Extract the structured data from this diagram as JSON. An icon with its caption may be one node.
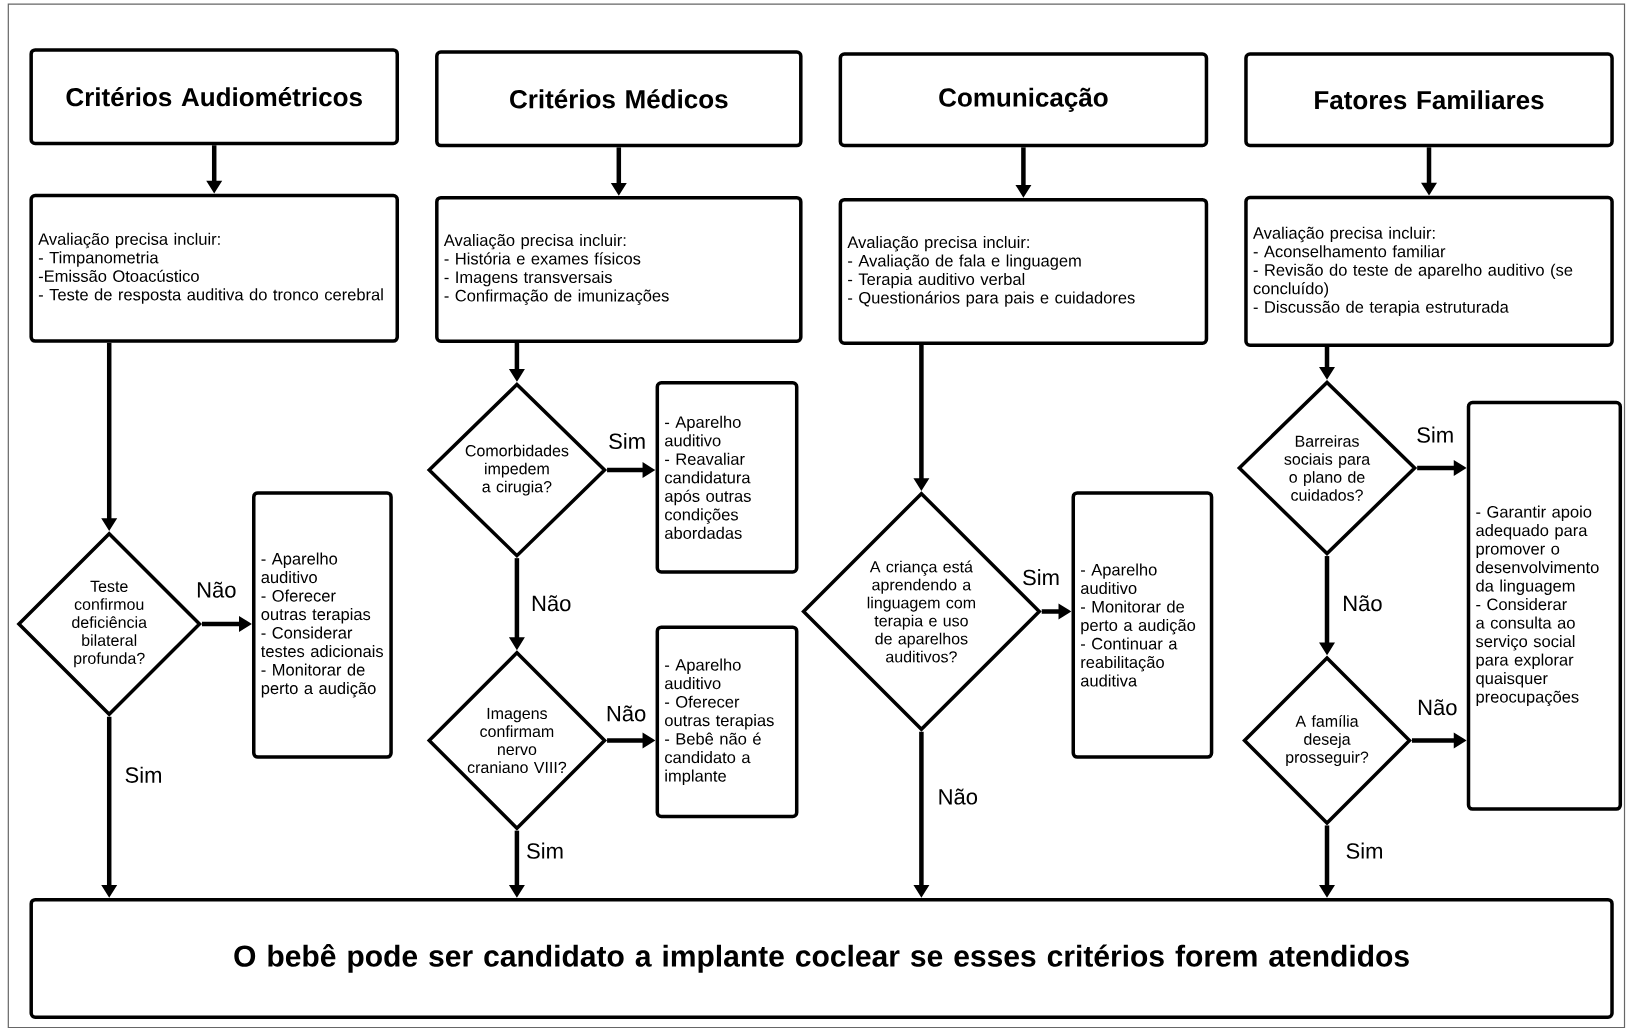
{
  "diagram": {
    "nodes": [
      {
        "text": [
          "Critérios Audiométricos"
        ]
      },
      {
        "text": [
          "Critérios Médicos"
        ]
      },
      {
        "text": [
          "Comunicação"
        ]
      },
      {
        "text": [
          "Fatores Familiares"
        ]
      },
      {
        "text": [
          "Avaliação precisa incluir:",
          "- Timpanometria",
          "-Emissão Otoacústico",
          "- Teste de resposta auditiva do tronco cerebral"
        ]
      },
      {
        "text": [
          "Avaliação precisa incluir:",
          "- História e exames físicos",
          "- Imagens transversais",
          "- Confirmação de imunizações"
        ]
      },
      {
        "text": [
          "Avaliação precisa incluir:",
          "- Avaliação de fala e linguagem",
          "- Terapia auditivo verbal",
          "- Questionários para pais e cuidadores"
        ]
      },
      {
        "text": [
          "Avaliação precisa incluir:",
          "- Aconselhamento familiar",
          "- Revisão do teste de aparelho auditivo (se concluído)",
          "- Discussão de terapia estruturada"
        ]
      },
      {
        "text": [
          "Teste confirmou deficiência bilateral profunda?"
        ]
      },
      {
        "text": [
          "- Aparelho auditivo",
          "- Oferecer outras terapias",
          "- Considerar testes adicionais",
          "- Monitorar de perto a audição"
        ]
      },
      {
        "text": [
          "Comorbidades impedem a cirugia?"
        ]
      },
      {
        "text": [
          "- Aparelho auditivo",
          "- Reavaliar candidatura após outras condições abordadas"
        ]
      },
      {
        "text": [
          "Imagens confirmam nervo craniano VIII?"
        ]
      },
      {
        "text": [
          "- Aparelho auditivo",
          "- Oferecer outras terapias",
          "- Bebê não é candidato a implante"
        ]
      },
      {
        "text": [
          "A criança está aprendendo a linguagem com terapia e uso de aparelhos auditivos?"
        ]
      },
      {
        "text": [
          "- Aparelho auditivo",
          "- Monitorar de perto a audição",
          "- Continuar a reabilitação auditiva"
        ]
      },
      {
        "text": [
          "Barreiras sociais para o plano de cuidados?"
        ]
      },
      {
        "text": [
          "- Garantir apoio adequado para promover o desenvolvimento da linguagem",
          "- Considerar a consulta ao serviço social para explorar quaisquer preocupações"
        ]
      },
      {
        "text": [
          "A família deseja prosseguir?"
        ]
      },
      {
        "text": [
          "O bebê pode ser candidato a implante coclear se esses critérios forem atendidos"
        ]
      }
    ],
    "edges": [
      {
        "from": 0,
        "to": 4,
        "arrow": "to"
      },
      {
        "from": 1,
        "to": 5,
        "arrow": "to"
      },
      {
        "from": 2,
        "to": 6,
        "arrow": "to"
      },
      {
        "from": 3,
        "to": 7,
        "arrow": "to"
      },
      {
        "from": 4,
        "to": 8,
        "arrow": "to"
      },
      {
        "from": 8,
        "to": 9,
        "arrow": "to",
        "label": "Não"
      },
      {
        "from": 8,
        "to": 19,
        "arrow": "to",
        "label": "Sim"
      },
      {
        "from": 5,
        "to": 10,
        "arrow": "to"
      },
      {
        "from": 10,
        "to": 11,
        "arrow": "to",
        "label": "Sim"
      },
      {
        "from": 10,
        "to": 12,
        "arrow": "to",
        "label": "Não"
      },
      {
        "from": 12,
        "to": 13,
        "arrow": "to",
        "label": "Não"
      },
      {
        "from": 12,
        "to": 19,
        "arrow": "to",
        "label": "Sim"
      },
      {
        "from": 6,
        "to": 14,
        "arrow": "to"
      },
      {
        "from": 14,
        "to": 15,
        "arrow": "to",
        "label": "Sim"
      },
      {
        "from": 14,
        "to": 19,
        "arrow": "to",
        "label": "Não"
      },
      {
        "from": 7,
        "to": 16,
        "arrow": "to"
      },
      {
        "from": 16,
        "to": 17,
        "arrow": "to",
        "label": "Sim"
      },
      {
        "from": 16,
        "to": 18,
        "arrow": "to",
        "label": "Não"
      },
      {
        "from": 18,
        "to": 17,
        "arrow": "to",
        "label": "Não"
      },
      {
        "from": 18,
        "to": 19,
        "arrow": "to",
        "label": "Sim"
      }
    ]
  }
}
